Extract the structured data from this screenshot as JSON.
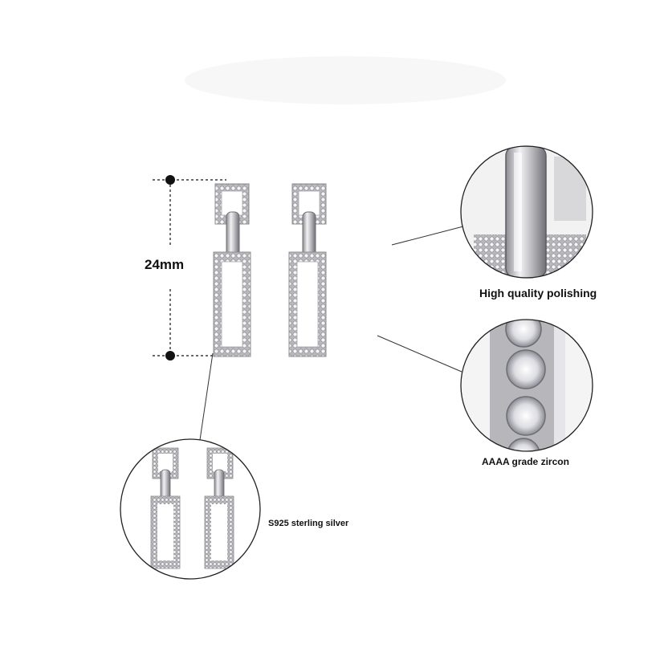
{
  "measurement": {
    "label": "24mm"
  },
  "callouts": {
    "polishing": {
      "label": "High quality polishing"
    },
    "zircon": {
      "label": "AAAA grade zircon"
    },
    "silver": {
      "label": "S925 sterling silver"
    }
  },
  "colors": {
    "metal": "#c9c9cc",
    "metal_dark": "#8d8d92",
    "stone": "#f4f4f6",
    "ink": "#111111"
  }
}
